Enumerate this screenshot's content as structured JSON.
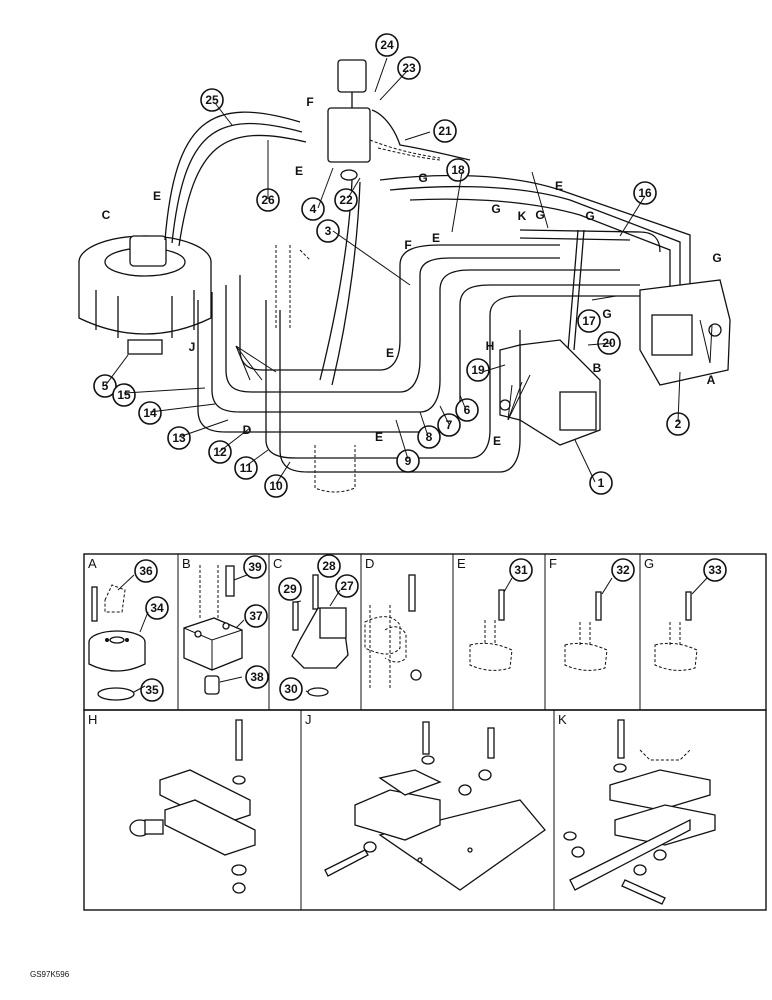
{
  "main_callouts": [
    "1",
    "2",
    "3",
    "4",
    "5",
    "6",
    "7",
    "8",
    "9",
    "10",
    "11",
    "12",
    "13",
    "14",
    "15",
    "16",
    "17",
    "18",
    "19",
    "20",
    "21",
    "22",
    "23",
    "24",
    "25",
    "26"
  ],
  "main_letters": [
    "A",
    "B",
    "C",
    "D",
    "E",
    "F",
    "G",
    "H",
    "J",
    "K"
  ],
  "panels": {
    "A": {
      "label": "A",
      "callouts": [
        "36",
        "34",
        "35"
      ]
    },
    "B": {
      "label": "B",
      "callouts": [
        "39",
        "37",
        "38"
      ]
    },
    "C": {
      "label": "C",
      "callouts": [
        "28",
        "29",
        "27",
        "30"
      ]
    },
    "D": {
      "label": "D",
      "callouts": []
    },
    "E": {
      "label": "E",
      "callouts": [
        "31"
      ]
    },
    "F": {
      "label": "F",
      "callouts": [
        "32"
      ]
    },
    "G": {
      "label": "G",
      "callouts": [
        "33"
      ]
    },
    "H": {
      "label": "H",
      "callouts": []
    },
    "J": {
      "label": "J",
      "callouts": []
    },
    "K": {
      "label": "K",
      "callouts": []
    }
  },
  "figure_code": "GS97K596"
}
